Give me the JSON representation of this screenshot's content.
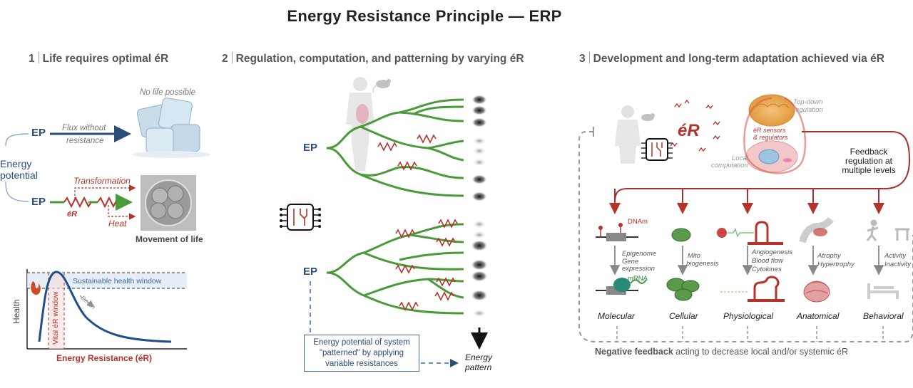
{
  "title": "Energy Resistance Principle — ERP",
  "panel1": {
    "number": "1",
    "heading": "Life requires optimal éR",
    "no_life": "No life possible",
    "ep_top": "EP",
    "flux": "Flux without",
    "resistance": "resistance",
    "energy_potential_1": "Energy",
    "energy_potential_2": "potential",
    "transformation": "Transformation",
    "ep_bottom": "EP",
    "er_label": "éR",
    "heat": "Heat",
    "movement": "Movement of life",
    "sustainable": "Sustainable health window",
    "death": "Death",
    "vital": "Vital éR window",
    "y_axis": "Health",
    "x_axis": "Energy Resistance (éR)"
  },
  "panel2": {
    "number": "2",
    "heading": "Regulation, computation, and patterning by varying éR",
    "ep_top": "EP",
    "ep_bottom": "EP",
    "box_line1": "Energy potential of system",
    "box_line2": "\"patterned\" by applying",
    "box_line3": "variable resistances",
    "energy_pattern_1": "Energy",
    "energy_pattern_2": "pattern"
  },
  "panel3": {
    "number": "3",
    "heading": "Development and long-term adaptation achieved via éR",
    "er_big": "éR",
    "top_down_1": "Top-down",
    "top_down_2": "regulation",
    "sensors_1": "éR sensors",
    "sensors_2": "& regulators",
    "local_1": "Local",
    "local_2": "computation",
    "feedback_1": "Feedback",
    "feedback_2": "regulation at",
    "feedback_3": "multiple levels",
    "dnam": "DNAm",
    "epigenome": "Epigenome",
    "gene": "Gene",
    "expression": "expression",
    "mrna": "mRNA",
    "mito": "Mito",
    "biogenesis": "biogenesis",
    "angio": "Angiogenesis",
    "blood": "Blood flow",
    "cytokines": "Cytokines",
    "atrophy": "Atrophy",
    "hypertrophy": "Hypertrophy",
    "activity": "Activity",
    "inactivity": "Inactivity",
    "levels": [
      "Molecular",
      "Cellular",
      "Physiological",
      "Anatomical",
      "Behavioral"
    ],
    "neg_bold": "Negative feedback",
    "neg_rest": " acting to decrease local and/or systemic éR"
  },
  "colors": {
    "blue": "#2a4d7a",
    "red": "#b5332a",
    "green": "#4a9a3a",
    "grey": "#888888"
  }
}
